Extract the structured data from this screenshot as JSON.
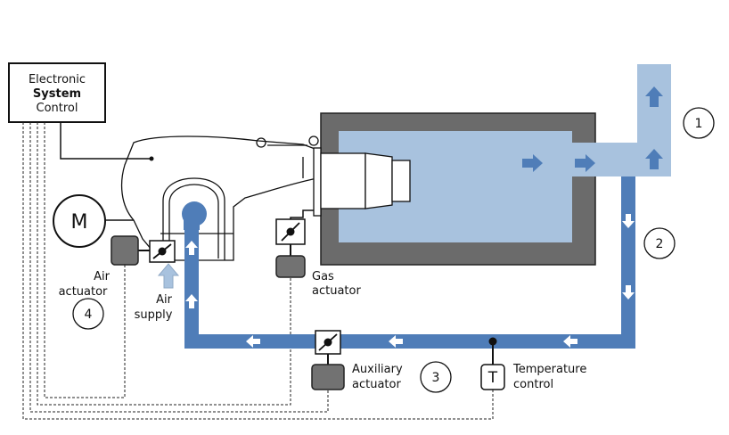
{
  "control_box": {
    "line1": "Electronic",
    "line2": "System",
    "line3": "Control"
  },
  "motor": {
    "letter": "M"
  },
  "temperature_sensor": {
    "letter": "T"
  },
  "labels": {
    "air_actuator_1": "Air",
    "air_actuator_2": "actuator",
    "air_supply_1": "Air",
    "air_supply_2": "supply",
    "gas_actuator_1": "Gas",
    "gas_actuator_2": "actuator",
    "aux_actuator_1": "Auxiliary",
    "aux_actuator_2": "actuator",
    "temp_control_1": "Temperature",
    "temp_control_2": "control"
  },
  "callouts": {
    "n1": "1",
    "n2": "2",
    "n3": "3",
    "n4": "4"
  },
  "colors": {
    "duct_blue": "#4f7db8",
    "light_blue": "#a8c2de",
    "furnace_grey": "#6b6b6b",
    "actuator_grey": "#727272"
  }
}
